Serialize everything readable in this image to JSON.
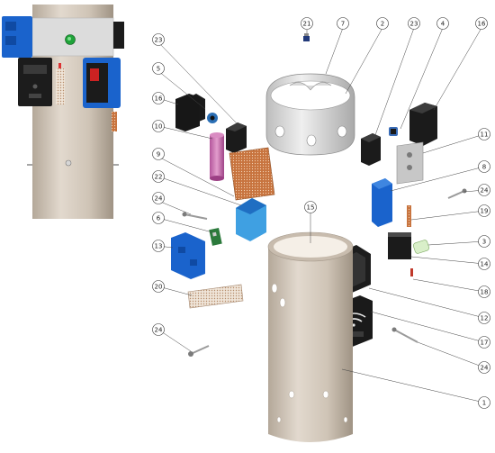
{
  "callouts": [
    {
      "id": "c21a",
      "label": "21"
    },
    {
      "id": "c7",
      "label": "7"
    },
    {
      "id": "c2",
      "label": "2"
    },
    {
      "id": "c23a",
      "label": "23"
    },
    {
      "id": "c4",
      "label": "4"
    },
    {
      "id": "c16a",
      "label": "16"
    },
    {
      "id": "c23b",
      "label": "23"
    },
    {
      "id": "c5",
      "label": "5"
    },
    {
      "id": "c16b",
      "label": "16"
    },
    {
      "id": "c10",
      "label": "10"
    },
    {
      "id": "c9",
      "label": "9"
    },
    {
      "id": "c22",
      "label": "22"
    },
    {
      "id": "c24a",
      "label": "24"
    },
    {
      "id": "c6",
      "label": "6"
    },
    {
      "id": "c13",
      "label": "13"
    },
    {
      "id": "c20",
      "label": "20"
    },
    {
      "id": "c24b",
      "label": "24"
    },
    {
      "id": "c15",
      "label": "15"
    },
    {
      "id": "c11",
      "label": "11"
    },
    {
      "id": "c8",
      "label": "8"
    },
    {
      "id": "c24c",
      "label": "24"
    },
    {
      "id": "c19",
      "label": "19"
    },
    {
      "id": "c3",
      "label": "3"
    },
    {
      "id": "c14",
      "label": "14"
    },
    {
      "id": "c18",
      "label": "18"
    },
    {
      "id": "c12",
      "label": "12"
    },
    {
      "id": "c17",
      "label": "17"
    },
    {
      "id": "c24d",
      "label": "24"
    },
    {
      "id": "c1",
      "label": "1"
    }
  ]
}
